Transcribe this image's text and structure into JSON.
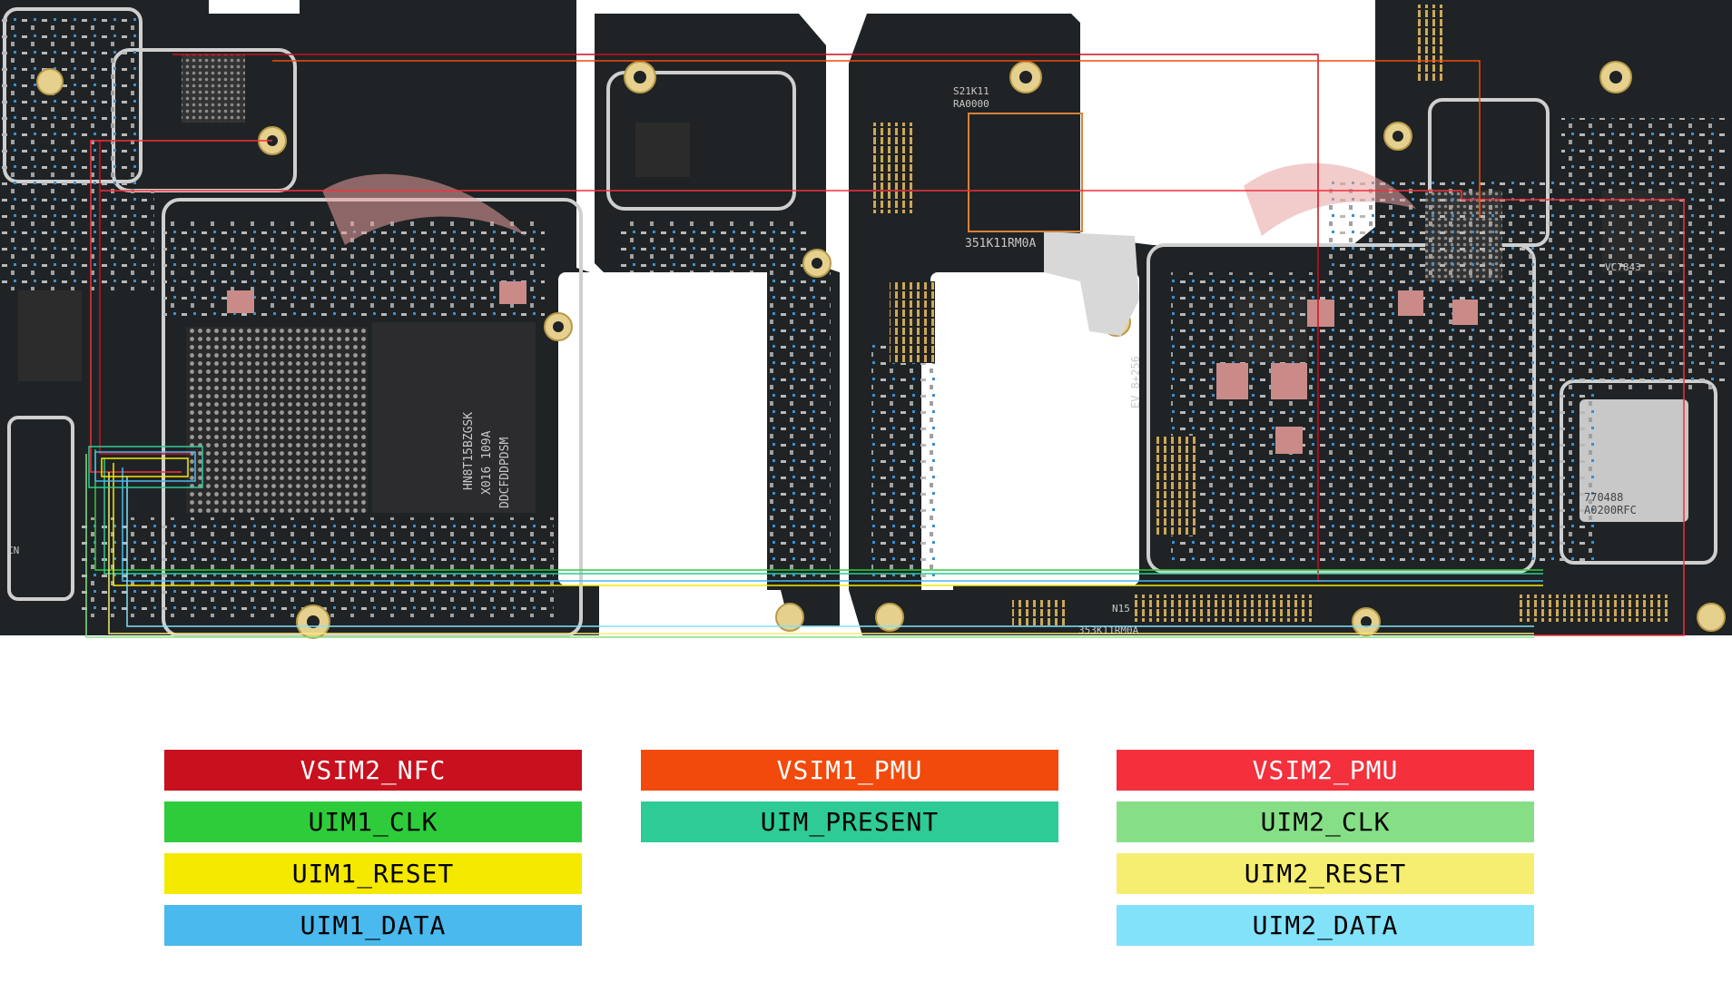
{
  "diagram": {
    "silkscreen": {
      "left_chip": "HN8T15BZGSK",
      "left_chip_2": "X016 109A",
      "left_chip_3": "DDCFDDPDSM",
      "center_board": "351K11RM0A",
      "center_board_2": "S21K11",
      "center_board_3": "RA0000",
      "bottom_label": "353K11RM0A",
      "bottom_label_2": "N15",
      "right_chip": "770488",
      "right_chip_2": "A0200RFC",
      "right_chip_3": "VC7843",
      "left_edge": "CN",
      "ev_label": "EV 8+256"
    },
    "legend": [
      {
        "label": "VSIM2_NFC",
        "color": "#c8101e",
        "text_color": "#ffffff"
      },
      {
        "label": "VSIM1_PMU",
        "color": "#f24a0c",
        "text_color": "#ffffff"
      },
      {
        "label": "VSIM2_PMU",
        "color": "#f3303c",
        "text_color": "#ffffff"
      },
      {
        "label": "UIM1_CLK",
        "color": "#2ecc3a",
        "text_color": "#000000"
      },
      {
        "label": "UIM_PRESENT",
        "color": "#2fcb96",
        "text_color": "#000000"
      },
      {
        "label": "UIM2_CLK",
        "color": "#86df86",
        "text_color": "#000000"
      },
      {
        "label": "UIM1_RESET",
        "color": "#f5e900",
        "text_color": "#000000"
      },
      {
        "label": "UIM2_RESET",
        "color": "#f5ee70",
        "text_color": "#000000"
      },
      {
        "label": "UIM1_DATA",
        "color": "#4ab9ee",
        "text_color": "#000000"
      },
      {
        "label": "UIM2_DATA",
        "color": "#82e2fa",
        "text_color": "#000000"
      }
    ]
  }
}
